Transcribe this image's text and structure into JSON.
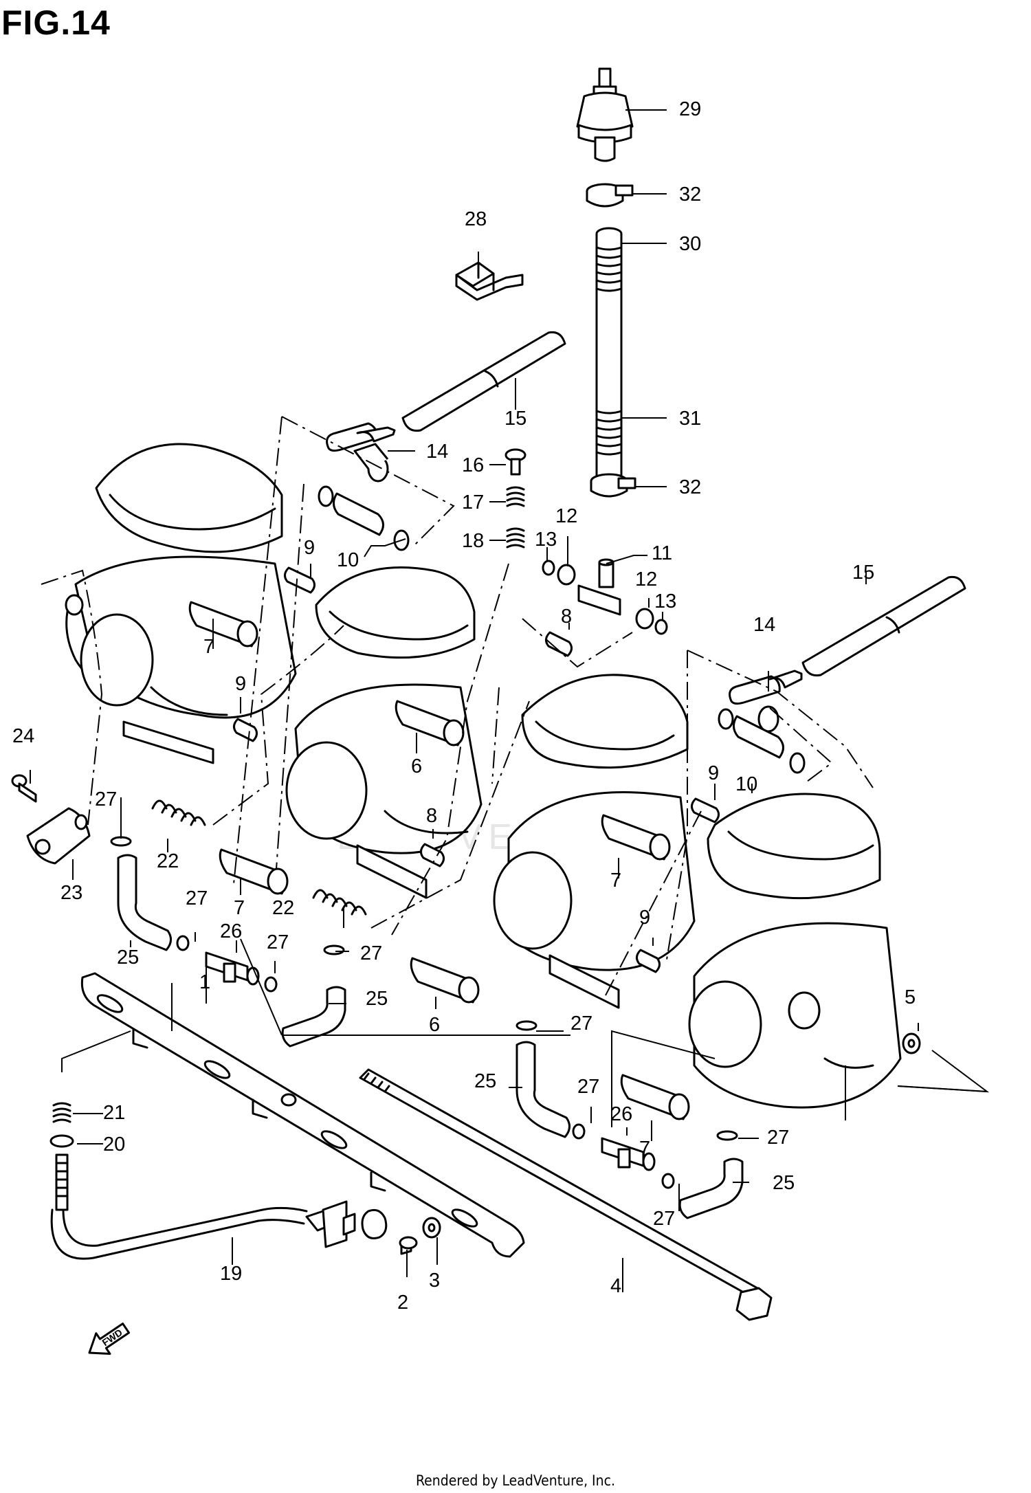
{
  "figure": {
    "title": "FIG.14",
    "footer": "Rendered by LeadVenture, Inc.",
    "direction_arrow": "FWD",
    "watermark": "LEADVENTURE"
  },
  "callouts": [
    {
      "id": "c29",
      "text": "29"
    },
    {
      "id": "c32a",
      "text": "32"
    },
    {
      "id": "c28",
      "text": "28"
    },
    {
      "id": "c30",
      "text": "30"
    },
    {
      "id": "c15a",
      "text": "15"
    },
    {
      "id": "c31",
      "text": "31"
    },
    {
      "id": "c14a",
      "text": "14"
    },
    {
      "id": "c16",
      "text": "16"
    },
    {
      "id": "c32b",
      "text": "32"
    },
    {
      "id": "c17",
      "text": "17"
    },
    {
      "id": "c12a",
      "text": "12"
    },
    {
      "id": "c18",
      "text": "18"
    },
    {
      "id": "c13a",
      "text": "13"
    },
    {
      "id": "c11",
      "text": "11"
    },
    {
      "id": "c15b",
      "text": "15"
    },
    {
      "id": "c9a",
      "text": "9"
    },
    {
      "id": "c10a",
      "text": "10"
    },
    {
      "id": "c12b",
      "text": "12"
    },
    {
      "id": "c13b",
      "text": "13"
    },
    {
      "id": "c8a",
      "text": "8"
    },
    {
      "id": "c7a",
      "text": "7"
    },
    {
      "id": "c14b",
      "text": "14"
    },
    {
      "id": "c9b",
      "text": "9"
    },
    {
      "id": "c24",
      "text": "24"
    },
    {
      "id": "c6a",
      "text": "6"
    },
    {
      "id": "c27a",
      "text": "27"
    },
    {
      "id": "c10b",
      "text": "10"
    },
    {
      "id": "c9c",
      "text": "9"
    },
    {
      "id": "c8b",
      "text": "8"
    },
    {
      "id": "c22a",
      "text": "22"
    },
    {
      "id": "c23",
      "text": "23"
    },
    {
      "id": "c7b",
      "text": "7"
    },
    {
      "id": "c7c",
      "text": "7"
    },
    {
      "id": "c27b",
      "text": "27"
    },
    {
      "id": "c22b",
      "text": "22"
    },
    {
      "id": "c9d",
      "text": "9"
    },
    {
      "id": "c26a",
      "text": "26"
    },
    {
      "id": "c25a",
      "text": "25"
    },
    {
      "id": "c27c",
      "text": "27"
    },
    {
      "id": "c27d",
      "text": "27"
    },
    {
      "id": "c1",
      "text": "1"
    },
    {
      "id": "c25b",
      "text": "25"
    },
    {
      "id": "c5",
      "text": "5"
    },
    {
      "id": "c6b",
      "text": "6"
    },
    {
      "id": "c27e",
      "text": "27"
    },
    {
      "id": "c25c",
      "text": "25"
    },
    {
      "id": "c27f",
      "text": "27"
    },
    {
      "id": "c21",
      "text": "21"
    },
    {
      "id": "c26b",
      "text": "26"
    },
    {
      "id": "c7d",
      "text": "7"
    },
    {
      "id": "c27g",
      "text": "27"
    },
    {
      "id": "c20",
      "text": "20"
    },
    {
      "id": "c25d",
      "text": "25"
    },
    {
      "id": "c27h",
      "text": "27"
    },
    {
      "id": "c19",
      "text": "19"
    },
    {
      "id": "c3",
      "text": "3"
    },
    {
      "id": "c4",
      "text": "4"
    },
    {
      "id": "c2",
      "text": "2"
    }
  ]
}
